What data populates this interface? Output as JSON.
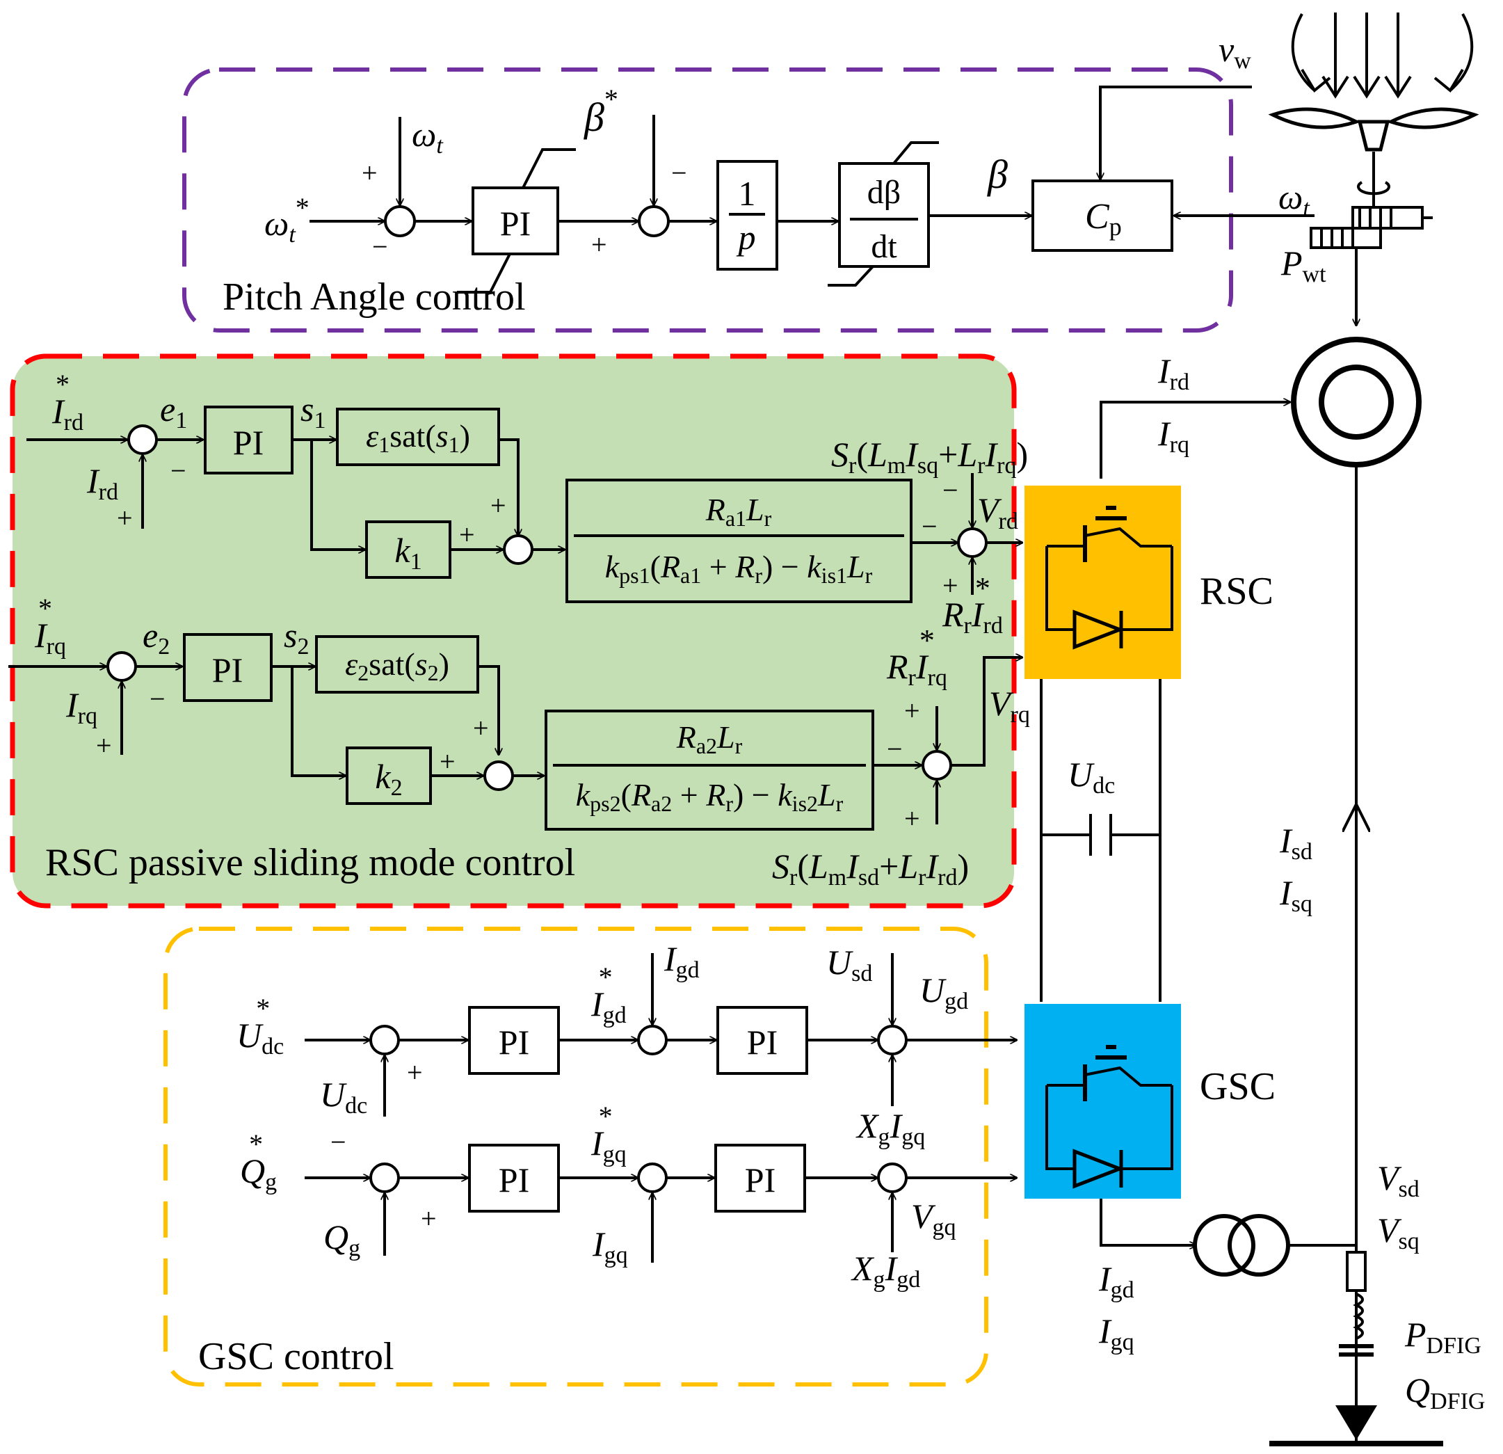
{
  "sections": {
    "pitch": "Pitch Angle control",
    "rsc": "RSC passive sliding mode control",
    "gsc": "GSC control"
  },
  "converters": {
    "rsc": "RSC",
    "gsc": "GSC"
  },
  "colors": {
    "pitch_border": "#7030A0",
    "rsc_border": "#FF0000",
    "rsc_fill": "#C4DFB4",
    "gsc_border": "#FFC000",
    "rsc_converter": "#FFC000",
    "gsc_converter": "#00B0F0"
  },
  "blocks": {
    "pi": "PI",
    "integrator_num": "1",
    "integrator_den": "p",
    "deriv_num": "dβ",
    "deriv_den": "dt",
    "cp_main": "C",
    "cp_sub": "p",
    "sat1_eps": "ε",
    "sat1_idx": "1",
    "sat1_fn": "sat(",
    "sat1_arg": "s",
    "sat_close": ")",
    "sat2_idx": "2",
    "k": "k",
    "k1_idx": "1",
    "k2_idx": "2"
  },
  "tf1": {
    "num_R": "R",
    "num_R_sub": "a1",
    "num_L": "L",
    "num_L_sub": "r",
    "k1": "k",
    "k1_sub": "ps1",
    "paren_open": "(",
    "R1": "R",
    "R1_sub": "a1",
    "plus": " + ",
    "R2": "R",
    "R2_sub": "r",
    "paren_close": ")",
    "minus": " − ",
    "k2": "k",
    "k2_sub": "is1",
    "L": "L",
    "L_sub": "r"
  },
  "tf2": {
    "num_R": "R",
    "num_R_sub": "a2",
    "num_L": "L",
    "num_L_sub": "r",
    "k1": "k",
    "k1_sub": "ps2",
    "paren_open": "(",
    "R1": "R",
    "R1_sub": "a2",
    "plus": " + ",
    "R2": "R",
    "R2_sub": "r",
    "paren_close": ")",
    "minus": " − ",
    "k2": "k",
    "k2_sub": "is2",
    "L": "L",
    "L_sub": "r"
  },
  "signals": {
    "omega": "ω",
    "t": "t",
    "star": "*",
    "beta": "β",
    "v": "v",
    "w": "w",
    "P": "P",
    "wt": "wt",
    "I": "I",
    "rd": "rd",
    "rq": "rq",
    "e": "e",
    "s": "s",
    "one": "1",
    "two": "2",
    "S": "S",
    "r": "r",
    "open": "(",
    "close": ")",
    "Lsym": "L",
    "m": "m",
    "sq": "sq",
    "sd": "sd",
    "plus_inline": "+",
    "V": "V",
    "R": "R",
    "U": "U",
    "dc": "dc",
    "gd": "gd",
    "gq": "gq",
    "Q": "Q",
    "g": "g",
    "X": "X",
    "DFIG": "DFIG"
  },
  "signs": {
    "plus": "+",
    "minus": "−"
  }
}
